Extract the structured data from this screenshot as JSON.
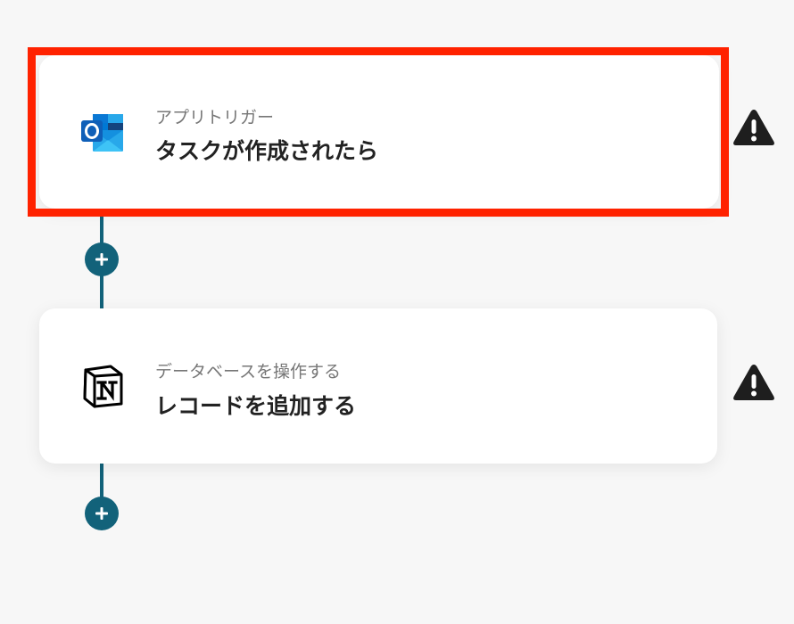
{
  "steps": [
    {
      "subtitle": "アプリトリガー",
      "title": "タスクが作成されたら",
      "icon": "outlook-icon",
      "selected": true,
      "warning": "warning-icon"
    },
    {
      "subtitle": "データベースを操作する",
      "title": "レコードを追加する",
      "icon": "notion-icon",
      "selected": false,
      "warning": "warning-icon"
    }
  ],
  "colors": {
    "connector": "#12627a",
    "selection": "#ff2200",
    "warning": "#1e1e1e",
    "outlook_blue": "#0a64c8"
  }
}
